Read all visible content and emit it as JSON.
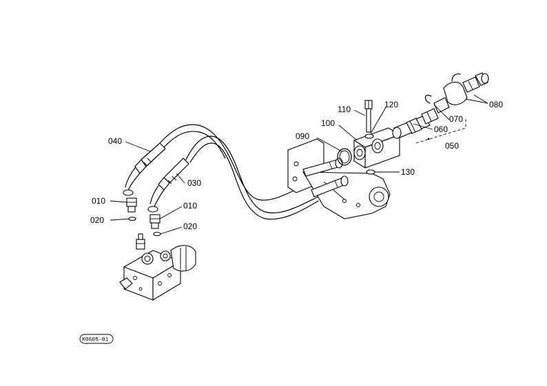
{
  "diagram": {
    "part_labels": {
      "p010a": "010",
      "p010b": "010",
      "p020a": "020",
      "p020b": "020",
      "p030": "030",
      "p040": "040",
      "p050": "050",
      "p060": "060",
      "p070": "070",
      "p080": "080",
      "p090": "090",
      "p100": "100",
      "p110": "110",
      "p120": "120",
      "p130": "130"
    },
    "drawing_code": "K0605-01"
  }
}
